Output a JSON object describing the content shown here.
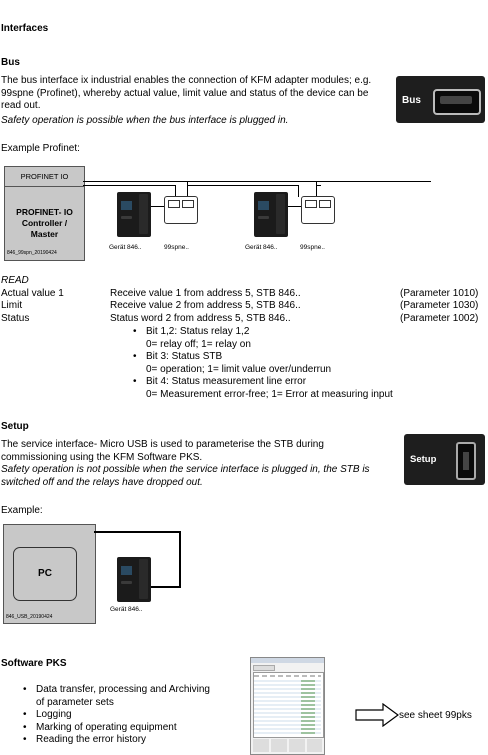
{
  "title": "Interfaces",
  "bus": {
    "heading": "Bus",
    "para1": "The bus interface ix industrial enables the connection of KFM adapter modules; e.g. 99spne (Profinet), whereby actual value, limit value and status of the device can be read out.",
    "para2": "Safety operation is possible when the bus interface is plugged in.",
    "photo_label": "Bus"
  },
  "example_profinet": {
    "label": "Example Profinet:",
    "box_top": "PROFINET IO",
    "box_main": "PROFINET- IO Controller / Master",
    "box_id": "846_99spn_20190424",
    "dev1": "Gerät 846..",
    "mod1": "99spne..",
    "dev2": "Gerät 846..",
    "mod2": "99spne.."
  },
  "read": {
    "heading": "READ",
    "rows": [
      {
        "name": "Actual value 1",
        "desc": "Receive value 1 from address 5, STB 846..",
        "param": "(Parameter 1010)"
      },
      {
        "name": "Limit",
        "desc": "Receive value 2 from address 5, STB 846..",
        "param": "(Parameter 1030)"
      },
      {
        "name": "Status",
        "desc": "Status word 2 from address 5, STB 846..",
        "param": "(Parameter 1002)"
      }
    ],
    "bits": [
      {
        "title": "Bit 1,2: Status relay 1,2",
        "detail": "0= relay off; 1= relay on"
      },
      {
        "title": "Bit 3: Status STB",
        "detail": "0= operation; 1= limit value over/underrun"
      },
      {
        "title": "Bit 4: Status measurement line error",
        "detail": "0= Measurement error-free; 1= Error at measuring input"
      }
    ]
  },
  "setup": {
    "heading": "Setup",
    "para1": "The service interface- Micro USB is used to parameterise the STB during commissioning using the KFM Software PKS.",
    "para2": "Safety operation is not possible when the service interface is plugged in, the STB is switched off and the relays have dropped out.",
    "photo_label": "Setup"
  },
  "example2": {
    "label": "Example:",
    "pc": "PC",
    "box_id": "846_USB_20190424",
    "dev": "Gerät 846.."
  },
  "software": {
    "heading": "Software PKS",
    "items": [
      "Data transfer, processing and Archiving of parameter sets",
      "Logging",
      "Marking of operating equipment",
      "Reading the error history"
    ],
    "see": "see sheet 99pks"
  }
}
